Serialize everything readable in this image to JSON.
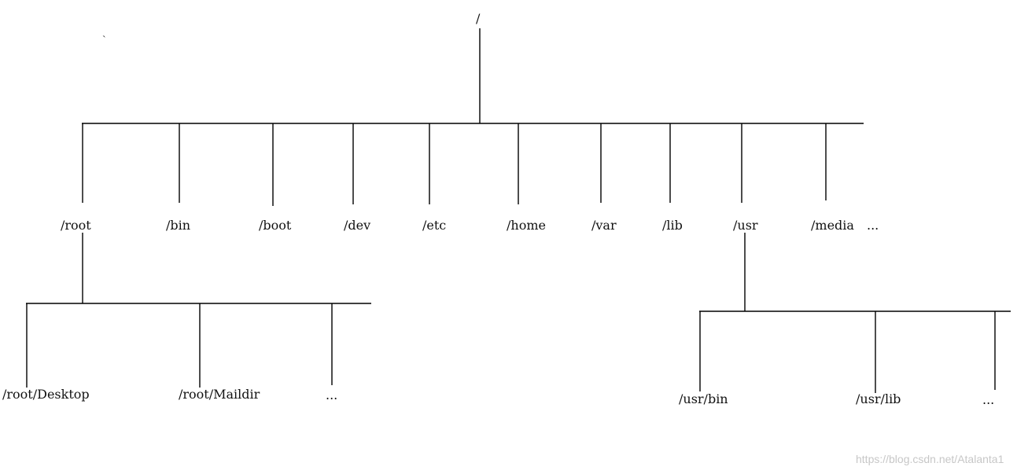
{
  "tree": {
    "root_label": "/",
    "level1": [
      "/root",
      "/bin",
      "/boot",
      "/dev",
      "/etc",
      "/home",
      "/var",
      "/lib",
      "/usr",
      "/media",
      "..."
    ],
    "root_children": [
      "/root/Desktop",
      "/root/Maildir",
      "..."
    ],
    "usr_children": [
      "/usr/bin",
      "/usr/lib",
      "..."
    ]
  },
  "stray_mark": "`",
  "watermark": "https://blog.csdn.net/Atalanta1"
}
